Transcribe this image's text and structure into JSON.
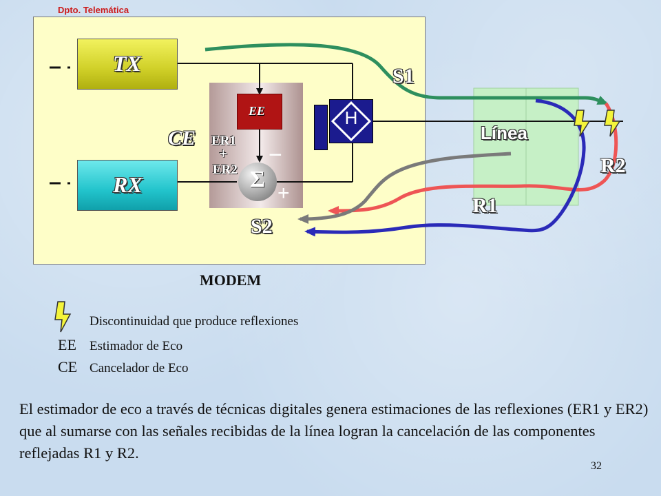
{
  "header": {
    "department": "Dpto. Telemática"
  },
  "modem": {
    "tx_label": "TX",
    "rx_label": "RX",
    "ee_label": "EE",
    "h_label": "H",
    "sigma_symbol": "Σ",
    "ce_label": "CE",
    "er1_label": "ER1",
    "plus_small": "+",
    "er2_label": "ER2",
    "minus_sign": "−",
    "plus_sign": "+",
    "caption": "MODEM"
  },
  "signals": {
    "s1": "S1",
    "s2": "S2",
    "r1": "R1",
    "r2": "R2",
    "line": "Línea"
  },
  "colors": {
    "s1": "#2e8f5e",
    "r2": "#ee5555",
    "r1": "#2a2ab8",
    "echo": "#7a7a7a",
    "line_bg": "#c6f0c6",
    "lightning": "#f4f43a"
  },
  "legend": {
    "discontinuity": "Discontinuidad que produce reflexiones",
    "ee_abbr": "EE",
    "ee_text": "Estimador de Eco",
    "ce_abbr": "CE",
    "ce_text": "Cancelador de Eco"
  },
  "paragraph": "El estimador de eco a través de técnicas digitales genera estimaciones de las reflexiones (ER1 y ER2) que al sumarse con las señales recibidas de la línea logran la cancelación de las componentes reflejadas R1 y R2.",
  "page_number": "32"
}
